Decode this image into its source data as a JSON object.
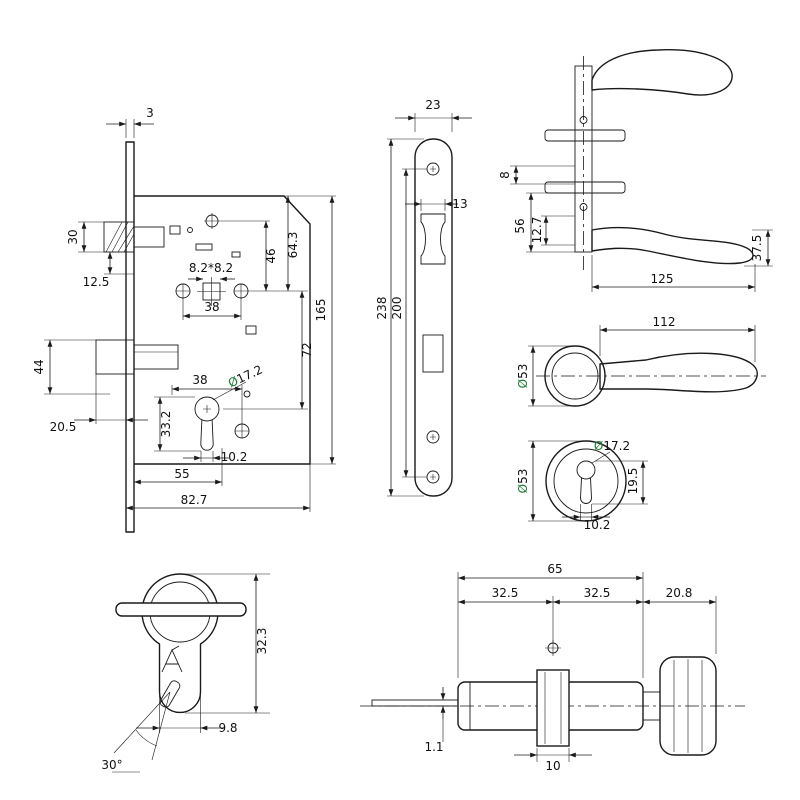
{
  "drawing": {
    "colors": {
      "line": "#1a1a1a",
      "diameter_symbol": "#1e7e34"
    },
    "symbols": {
      "diameter": "Ø"
    },
    "lock_body": {
      "faceplate_thickness": "3",
      "latch_height": "30",
      "latch_bottom_offset": "12.5",
      "deadbolt_height": "44",
      "deadbolt_throw": "20.5",
      "spindle_hole": "8.2*8.2",
      "screw_to_spindle": "46",
      "top_to_spindle": "64.3",
      "follower_spacing": "38",
      "spindle_to_cylinder": "72",
      "case_height": "165",
      "cylinder_bore_dia": "17.2",
      "cylinder_spacing": "38",
      "profile_height": "33.2",
      "profile_width": "10.2",
      "backset": "55",
      "case_depth": "82.7"
    },
    "strike_plate": {
      "width": "23",
      "latch_cut": "13",
      "height": "238",
      "hole_spacing": "200"
    },
    "handle_side": {
      "plate_thickness": "8",
      "neck_height": "56",
      "hub_height": "12.7",
      "lever_drop": "37.5",
      "lever_length": "125"
    },
    "handle_top": {
      "lever_length": "112",
      "rose_dia": "53"
    },
    "rose_view": {
      "rose_dia": "53",
      "bore_dia": "17.2",
      "cutout_height": "19.5",
      "cutout_width": "10.2"
    },
    "cylinder_end": {
      "profile_height": "32.3",
      "lobe_width": "9.8",
      "key_angle": "30°"
    },
    "cylinder_side": {
      "body_length": "65",
      "left_half": "32.5",
      "right_half": "32.5",
      "knob_length": "20.8",
      "key_thickness": "1.1",
      "cam_width": "10"
    }
  }
}
